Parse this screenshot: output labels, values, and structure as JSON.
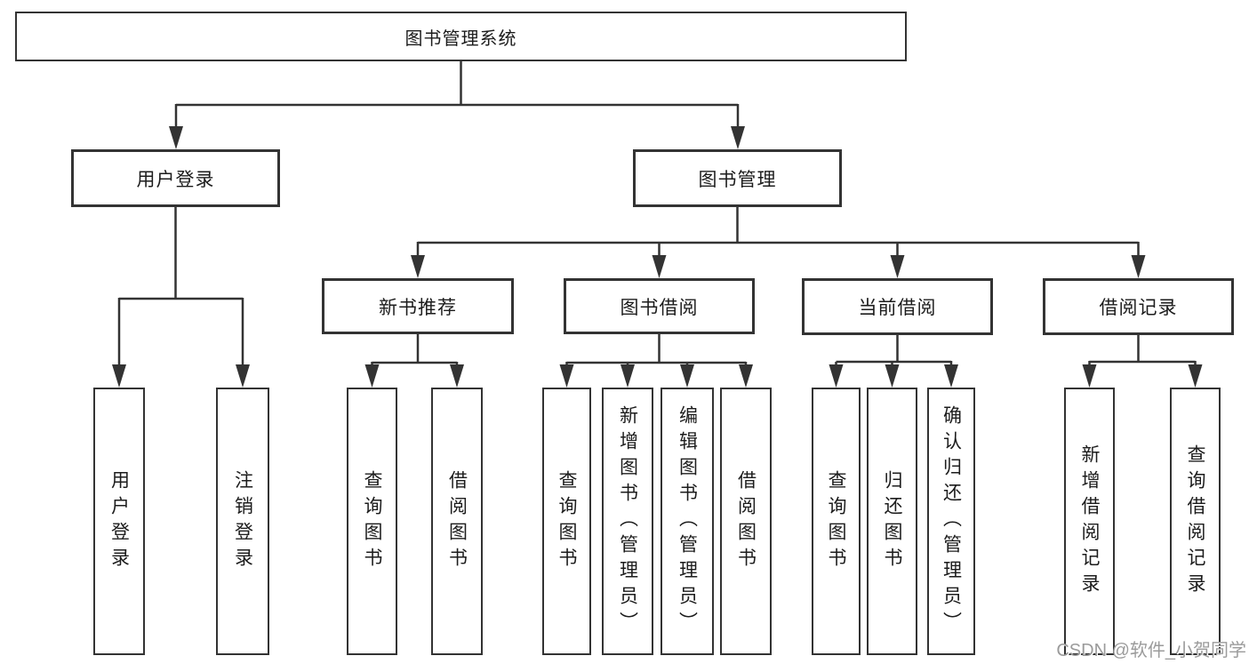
{
  "colors": {
    "background": "#ffffff",
    "line": "#333333",
    "box_border": "#333333",
    "text": "#1c1c1c",
    "watermark": "#9b9b9b"
  },
  "root": {
    "label": "图书管理系统"
  },
  "level2": [
    {
      "label": "用户登录"
    },
    {
      "label": "图书管理"
    }
  ],
  "level3": [
    {
      "label": "新书推荐"
    },
    {
      "label": "图书借阅"
    },
    {
      "label": "当前借阅"
    },
    {
      "label": "借阅记录"
    }
  ],
  "leaves": {
    "user_login": [
      {
        "label": "用户登录"
      },
      {
        "label": "注销登录"
      }
    ],
    "new_books": [
      {
        "label": "查询图书"
      },
      {
        "label": "借阅图书"
      }
    ],
    "book_borrowing": [
      {
        "label": "查询图书"
      },
      {
        "label": "新增图书（管理员）"
      },
      {
        "label": "编辑图书（管理员）"
      },
      {
        "label": "借阅图书"
      }
    ],
    "current_borrowing": [
      {
        "label": "查询图书"
      },
      {
        "label": "归还图书"
      },
      {
        "label": "确认归还（管理员）"
      }
    ],
    "borrowing_records": [
      {
        "label": "新增借阅记录"
      },
      {
        "label": "查询借阅记录"
      }
    ]
  },
  "watermark": {
    "text": "CSDN @软件_小贺同学"
  }
}
